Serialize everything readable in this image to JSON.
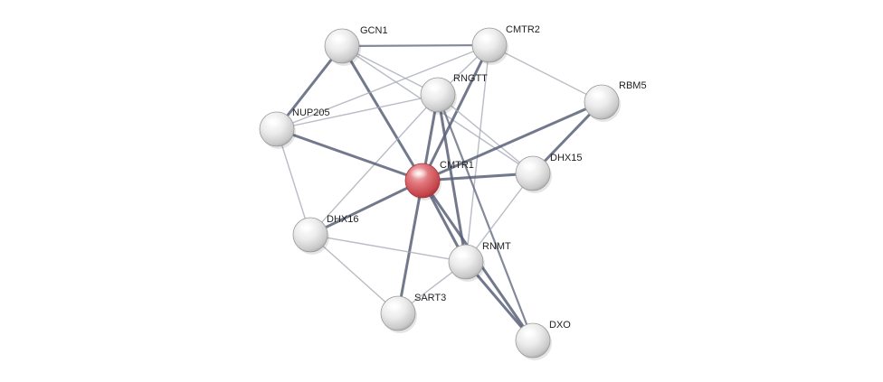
{
  "network": {
    "query_protein": "CMTR1",
    "colors": {
      "query_node": "#d9555c",
      "neighbor_node": "#e6e6e6",
      "edge_strong": "#5a6278",
      "edge_weak": "#a7abb8",
      "label": "#222222"
    },
    "nodes": [
      {
        "id": "GCN1",
        "label": "GCN1",
        "query": false
      },
      {
        "id": "CMTR2",
        "label": "CMTR2",
        "query": false
      },
      {
        "id": "RNGTT",
        "label": "RNGTT",
        "query": false
      },
      {
        "id": "RBM5",
        "label": "RBM5",
        "query": false
      },
      {
        "id": "NUP205",
        "label": "NUP205",
        "query": false
      },
      {
        "id": "CMTR1",
        "label": "CMTR1",
        "query": true
      },
      {
        "id": "DHX15",
        "label": "DHX15",
        "query": false
      },
      {
        "id": "DHX16",
        "label": "DHX16",
        "query": false
      },
      {
        "id": "RNMT",
        "label": "RNMT",
        "query": false
      },
      {
        "id": "SART3",
        "label": "SART3",
        "query": false
      },
      {
        "id": "DXO",
        "label": "DXO",
        "query": false
      }
    ],
    "edges": [
      {
        "source": "GCN1",
        "target": "CMTR2",
        "strength": "medium"
      },
      {
        "source": "GCN1",
        "target": "RNGTT",
        "strength": "weak"
      },
      {
        "source": "GCN1",
        "target": "NUP205",
        "strength": "strong"
      },
      {
        "source": "GCN1",
        "target": "CMTR1",
        "strength": "strong"
      },
      {
        "source": "GCN1",
        "target": "DHX15",
        "strength": "weak"
      },
      {
        "source": "CMTR2",
        "target": "RNGTT",
        "strength": "weak"
      },
      {
        "source": "CMTR2",
        "target": "NUP205",
        "strength": "weak"
      },
      {
        "source": "CMTR2",
        "target": "CMTR1",
        "strength": "strong"
      },
      {
        "source": "CMTR2",
        "target": "RBM5",
        "strength": "weak"
      },
      {
        "source": "CMTR2",
        "target": "RNMT",
        "strength": "weak"
      },
      {
        "source": "RNGTT",
        "target": "NUP205",
        "strength": "weak"
      },
      {
        "source": "RNGTT",
        "target": "CMTR1",
        "strength": "strong"
      },
      {
        "source": "RNGTT",
        "target": "RNMT",
        "strength": "strong"
      },
      {
        "source": "RNGTT",
        "target": "DHX15",
        "strength": "weak"
      },
      {
        "source": "RNGTT",
        "target": "DXO",
        "strength": "medium"
      },
      {
        "source": "RNGTT",
        "target": "DHX16",
        "strength": "weak"
      },
      {
        "source": "RBM5",
        "target": "CMTR1",
        "strength": "strong"
      },
      {
        "source": "RBM5",
        "target": "DHX15",
        "strength": "strong"
      },
      {
        "source": "NUP205",
        "target": "CMTR1",
        "strength": "strong"
      },
      {
        "source": "NUP205",
        "target": "DHX16",
        "strength": "weak"
      },
      {
        "source": "CMTR1",
        "target": "DHX15",
        "strength": "strong"
      },
      {
        "source": "CMTR1",
        "target": "DHX16",
        "strength": "strong"
      },
      {
        "source": "CMTR1",
        "target": "RNMT",
        "strength": "strong"
      },
      {
        "source": "CMTR1",
        "target": "SART3",
        "strength": "strong"
      },
      {
        "source": "CMTR1",
        "target": "DXO",
        "strength": "strong"
      },
      {
        "source": "DHX15",
        "target": "RNMT",
        "strength": "weak"
      },
      {
        "source": "DHX16",
        "target": "RNMT",
        "strength": "weak"
      },
      {
        "source": "DHX16",
        "target": "SART3",
        "strength": "weak"
      },
      {
        "source": "RNMT",
        "target": "SART3",
        "strength": "weak"
      },
      {
        "source": "RNMT",
        "target": "DXO",
        "strength": "strong"
      }
    ]
  }
}
